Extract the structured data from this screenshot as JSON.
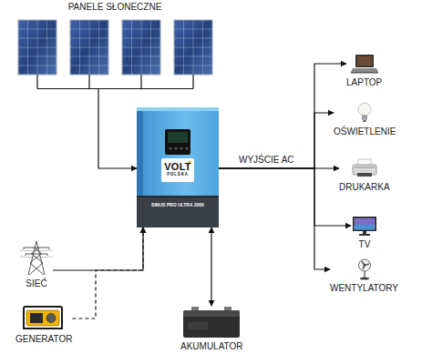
{
  "diagram": {
    "nodes": [
      {
        "text": [
          "PANELE SŁONECZNE"
        ]
      },
      {
        "text": [
          "VOLT",
          "POLSKA",
          "SINUS PRO ULTRA 2000"
        ]
      },
      {
        "text": [
          "LAPTOP"
        ]
      },
      {
        "text": [
          "OŚWIETLENIE"
        ]
      },
      {
        "text": [
          "DRUKARKA"
        ]
      },
      {
        "text": [
          "TV"
        ]
      },
      {
        "text": [
          "WENTYLATORY"
        ]
      },
      {
        "text": [
          "SIEĆ"
        ]
      },
      {
        "text": [
          "GENERATOR"
        ]
      },
      {
        "text": [
          "AKUMULATOR"
        ]
      }
    ],
    "edges": [
      {
        "from": 0,
        "to": 1,
        "arrow": "to"
      },
      {
        "from": 1,
        "to": 2,
        "arrow": "to"
      },
      {
        "from": 1,
        "to": 3,
        "arrow": "to"
      },
      {
        "from": 1,
        "to": 4,
        "label": "WYJŚCIE AC",
        "arrow": "to"
      },
      {
        "from": 1,
        "to": 5,
        "arrow": "to"
      },
      {
        "from": 1,
        "to": 6,
        "arrow": "to"
      },
      {
        "from": 7,
        "to": 1,
        "arrow": "to"
      },
      {
        "from": 8,
        "to": 1,
        "arrow": "to"
      },
      {
        "from": 1,
        "to": 9,
        "arrow": "both"
      }
    ]
  }
}
